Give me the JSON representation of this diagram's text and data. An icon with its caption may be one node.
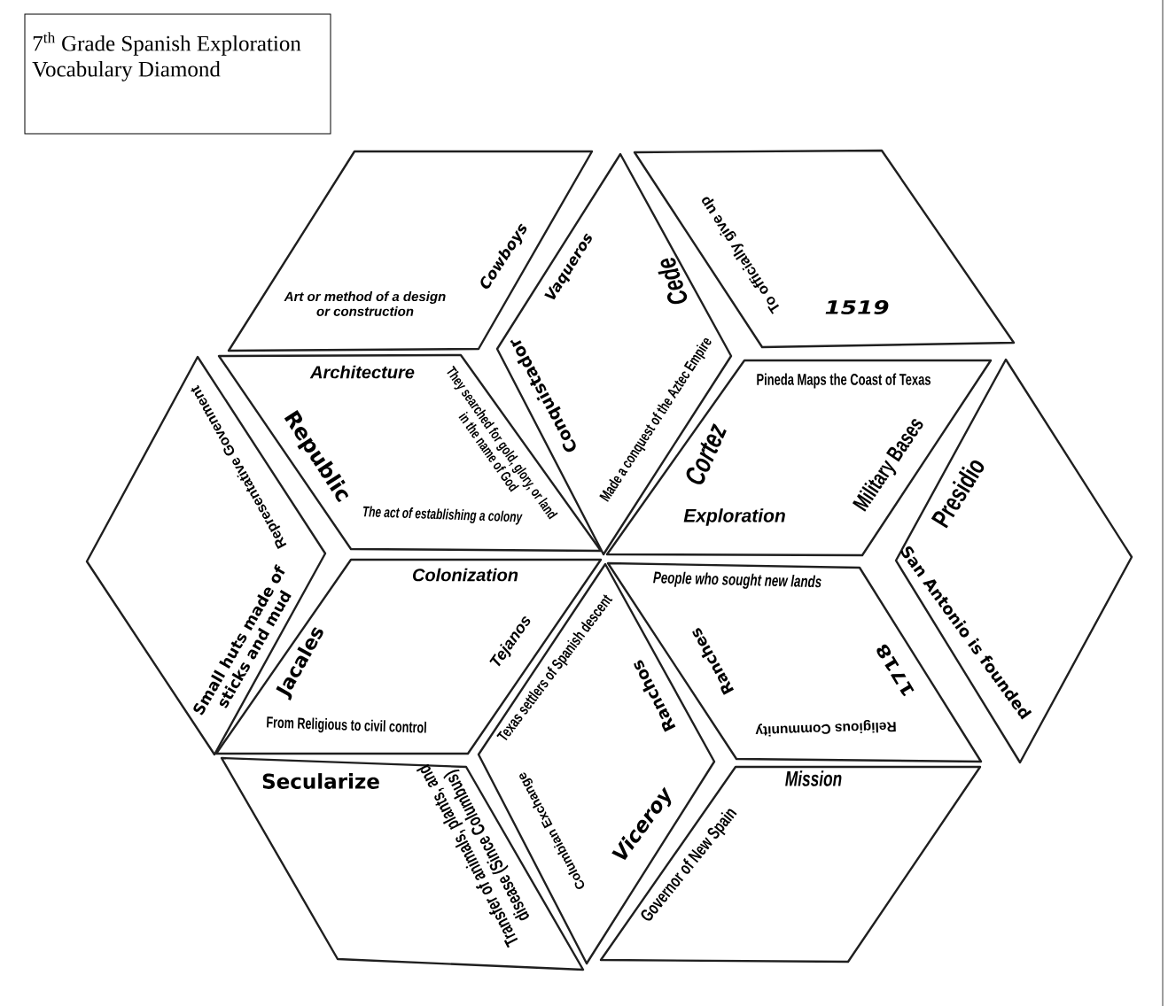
{
  "diagram": {
    "title": "7$^{th}$ Grade Spanish Exploration Vocabulary Diamond",
    "nodes": [
      {
        "text": [
          "Cowboys",
          "Art or method of a design or construction"
        ]
      },
      {
        "text": [
          "Vaqueros",
          "Cede",
          "Conquistador",
          "Made a conquest of the Aztec Empire"
        ]
      },
      {
        "text": [
          "To officially give up",
          "1519"
        ]
      },
      {
        "text": [
          "Representative Govenment",
          "Small huts made of sticks and mud"
        ]
      },
      {
        "text": [
          "Architecture",
          "Republic",
          "They searched for gold, glory, or land in the name of God",
          "The act of establishing a colony"
        ]
      },
      {
        "text": [
          "Pineda Maps the Coast of Texas",
          "Cortez",
          "Military Bases",
          "Exploration"
        ]
      },
      {
        "text": [
          "Presidio",
          "San Antonio is founded"
        ]
      },
      {
        "text": [
          "Colonization",
          "Jacales",
          "Tejanos",
          "From Religious to civil control"
        ]
      },
      {
        "text": [
          "Texas settlers of Spanish descent",
          "Ranchos",
          "Columbian Exchange",
          "Viceroy"
        ]
      },
      {
        "text": [
          "People who sought new lands",
          "Ranches",
          "1718",
          "Religious Community"
        ]
      },
      {
        "text": [
          "Secularize",
          "Transfer of animals, plants, and disease (Since Columbus)"
        ]
      },
      {
        "text": [
          "Mission",
          "Governor of New Spain"
        ]
      }
    ]
  }
}
